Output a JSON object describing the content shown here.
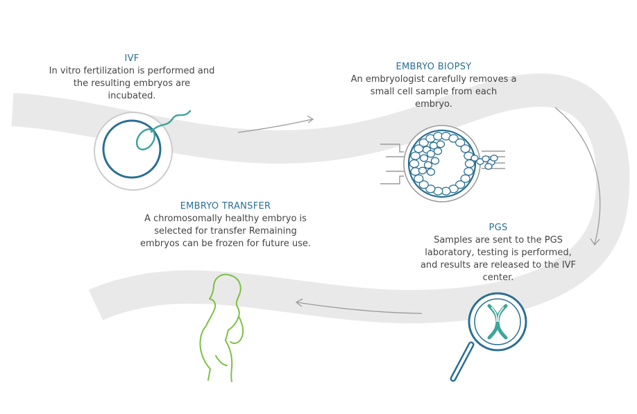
{
  "steps": {
    "ivf": {
      "title": "IVF",
      "description": "In vitro fertilization is performed and the resulting embryos are incubated."
    },
    "biopsy": {
      "title": "EMBRYO BIOPSY",
      "description": "An embryologist carefully removes a small cell sample from each embryo."
    },
    "pgs": {
      "title": "PGS",
      "description": "Samples are sent to the PGS laboratory, testing is performed, and results are released to the IVF center."
    },
    "transfer": {
      "title": "EMBRYO TRANSFER",
      "description": "A chromosomally healthy embryo is selected for transfer Remaining embryos can be frozen for future use."
    }
  },
  "colors": {
    "path": "#e9e9e9",
    "arrow": "#9a9a9a",
    "title": "#2a6f93",
    "description": "#444444",
    "icon_blue": "#2a6f93",
    "icon_teal": "#3ea59a",
    "icon_green": "#7cc043",
    "icon_gray": "#c9c9c9"
  },
  "icons": {
    "ivf": "egg-sperm-icon",
    "biopsy": "embryo-biopsy-icon",
    "pgs": "magnifier-chromosome-icon",
    "transfer": "pregnant-woman-icon"
  }
}
